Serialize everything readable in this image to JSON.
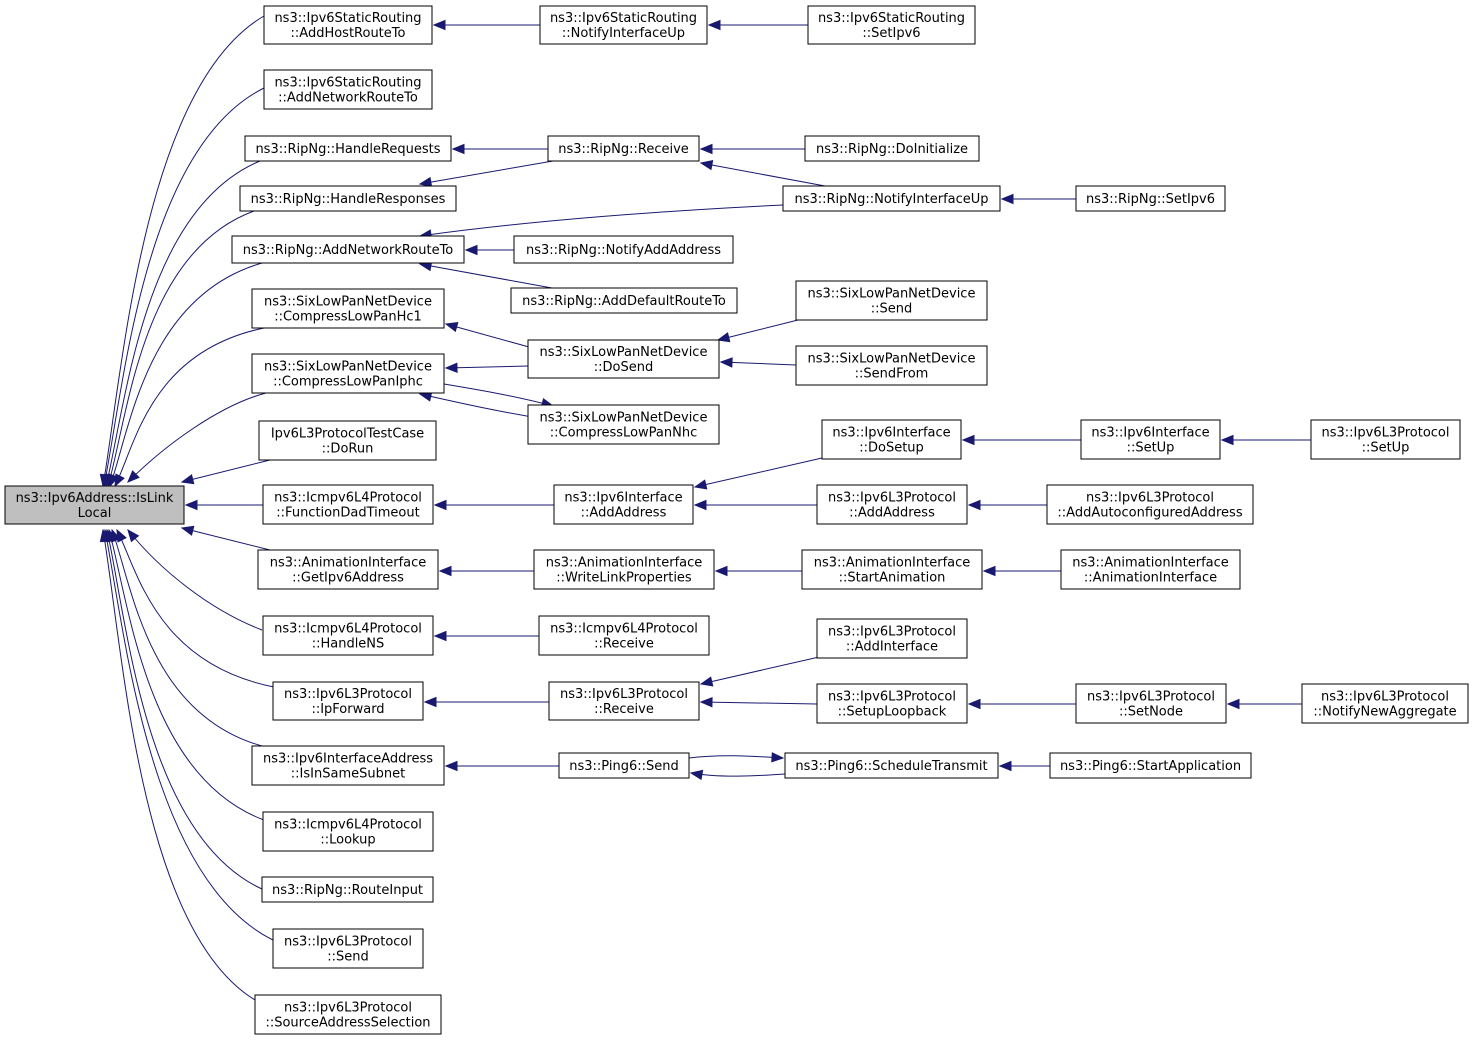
{
  "colors": {
    "edge": "#191970",
    "node_border": "#000000",
    "node_fill": "#ffffff",
    "root_fill": "#bfbfbf"
  },
  "nodes": [
    {
      "id": "root",
      "lines": [
        "ns3::Ipv6Address::IsLink",
        "Local"
      ],
      "root": true
    },
    {
      "id": "sr_addhost",
      "lines": [
        "ns3::Ipv6StaticRouting",
        "::AddHostRouteTo"
      ]
    },
    {
      "id": "sr_addnet",
      "lines": [
        "ns3::Ipv6StaticRouting",
        "::AddNetworkRouteTo"
      ]
    },
    {
      "id": "rip_hreq",
      "lines": [
        "ns3::RipNg::HandleRequests"
      ]
    },
    {
      "id": "rip_hresp",
      "lines": [
        "ns3::RipNg::HandleResponses"
      ]
    },
    {
      "id": "rip_addnet",
      "lines": [
        "ns3::RipNg::AddNetworkRouteTo"
      ]
    },
    {
      "id": "slp_hc1",
      "lines": [
        "ns3::SixLowPanNetDevice",
        "::CompressLowPanHc1"
      ]
    },
    {
      "id": "slp_iphc",
      "lines": [
        "ns3::SixLowPanNetDevice",
        "::CompressLowPanIphc"
      ]
    },
    {
      "id": "l3test",
      "lines": [
        "Ipv6L3ProtocolTestCase",
        "::DoRun"
      ]
    },
    {
      "id": "icmp_fdad",
      "lines": [
        "ns3::Icmpv6L4Protocol",
        "::FunctionDadTimeout"
      ]
    },
    {
      "id": "anim_getip",
      "lines": [
        "ns3::AnimationInterface",
        "::GetIpv6Address"
      ]
    },
    {
      "id": "icmp_hns",
      "lines": [
        "ns3::Icmpv6L4Protocol",
        "::HandleNS"
      ]
    },
    {
      "id": "l3_ipfwd",
      "lines": [
        "ns3::Ipv6L3Protocol",
        "::IpForward"
      ]
    },
    {
      "id": "ifaddr_same",
      "lines": [
        "ns3::Ipv6InterfaceAddress",
        "::IsInSameSubnet"
      ]
    },
    {
      "id": "icmp_lookup",
      "lines": [
        "ns3::Icmpv6L4Protocol",
        "::Lookup"
      ]
    },
    {
      "id": "rip_rinput",
      "lines": [
        "ns3::RipNg::RouteInput"
      ]
    },
    {
      "id": "l3_send",
      "lines": [
        "ns3::Ipv6L3Protocol",
        "::Send"
      ]
    },
    {
      "id": "l3_srcsel",
      "lines": [
        "ns3::Ipv6L3Protocol",
        "::SourceAddressSelection"
      ]
    },
    {
      "id": "sr_notifyup",
      "lines": [
        "ns3::Ipv6StaticRouting",
        "::NotifyInterfaceUp"
      ]
    },
    {
      "id": "rip_recv",
      "lines": [
        "ns3::RipNg::Receive"
      ]
    },
    {
      "id": "rip_notifyadd",
      "lines": [
        "ns3::RipNg::NotifyAddAddress"
      ]
    },
    {
      "id": "rip_adddef",
      "lines": [
        "ns3::RipNg::AddDefaultRouteTo"
      ]
    },
    {
      "id": "slp_dosend",
      "lines": [
        "ns3::SixLowPanNetDevice",
        "::DoSend"
      ]
    },
    {
      "id": "slp_nhc",
      "lines": [
        "ns3::SixLowPanNetDevice",
        "::CompressLowPanNhc"
      ]
    },
    {
      "id": "if_addaddr",
      "lines": [
        "ns3::Ipv6Interface",
        "::AddAddress"
      ]
    },
    {
      "id": "anim_wlp",
      "lines": [
        "ns3::AnimationInterface",
        "::WriteLinkProperties"
      ]
    },
    {
      "id": "icmp_recv",
      "lines": [
        "ns3::Icmpv6L4Protocol",
        "::Receive"
      ]
    },
    {
      "id": "l3_recv",
      "lines": [
        "ns3::Ipv6L3Protocol",
        "::Receive"
      ]
    },
    {
      "id": "ping_send",
      "lines": [
        "ns3::Ping6::Send"
      ]
    },
    {
      "id": "sr_setipv6",
      "lines": [
        "ns3::Ipv6StaticRouting",
        "::SetIpv6"
      ]
    },
    {
      "id": "rip_doinit",
      "lines": [
        "ns3::RipNg::DoInitialize"
      ]
    },
    {
      "id": "rip_notifyup",
      "lines": [
        "ns3::RipNg::NotifyInterfaceUp"
      ]
    },
    {
      "id": "slp_send",
      "lines": [
        "ns3::SixLowPanNetDevice",
        "::Send"
      ]
    },
    {
      "id": "slp_sendfrom",
      "lines": [
        "ns3::SixLowPanNetDevice",
        "::SendFrom"
      ]
    },
    {
      "id": "if_dosetup",
      "lines": [
        "ns3::Ipv6Interface",
        "::DoSetup"
      ]
    },
    {
      "id": "l3_addaddr",
      "lines": [
        "ns3::Ipv6L3Protocol",
        "::AddAddress"
      ]
    },
    {
      "id": "anim_start",
      "lines": [
        "ns3::AnimationInterface",
        "::StartAnimation"
      ]
    },
    {
      "id": "l3_addif",
      "lines": [
        "ns3::Ipv6L3Protocol",
        "::AddInterface"
      ]
    },
    {
      "id": "l3_setuplb",
      "lines": [
        "ns3::Ipv6L3Protocol",
        "::SetupLoopback"
      ]
    },
    {
      "id": "ping_sched",
      "lines": [
        "ns3::Ping6::ScheduleTransmit"
      ]
    },
    {
      "id": "rip_setipv6",
      "lines": [
        "ns3::RipNg::SetIpv6"
      ]
    },
    {
      "id": "if_setup",
      "lines": [
        "ns3::Ipv6Interface",
        "::SetUp"
      ]
    },
    {
      "id": "l3_addauto",
      "lines": [
        "ns3::Ipv6L3Protocol",
        "::AddAutoconfiguredAddress"
      ]
    },
    {
      "id": "anim_ctor",
      "lines": [
        "ns3::AnimationInterface",
        "::AnimationInterface"
      ]
    },
    {
      "id": "l3_setnode",
      "lines": [
        "ns3::Ipv6L3Protocol",
        "::SetNode"
      ]
    },
    {
      "id": "ping_startapp",
      "lines": [
        "ns3::Ping6::StartApplication"
      ]
    },
    {
      "id": "l3_setup",
      "lines": [
        "ns3::Ipv6L3Protocol",
        "::SetUp"
      ]
    },
    {
      "id": "l3_notifyagg",
      "lines": [
        "ns3::Ipv6L3Protocol",
        "::NotifyNewAggregate"
      ]
    }
  ],
  "edges": [
    [
      "sr_addhost",
      "root"
    ],
    [
      "sr_addnet",
      "root"
    ],
    [
      "rip_hreq",
      "root"
    ],
    [
      "rip_hresp",
      "root"
    ],
    [
      "rip_addnet",
      "root"
    ],
    [
      "slp_hc1",
      "root"
    ],
    [
      "slp_iphc",
      "root"
    ],
    [
      "l3test",
      "root"
    ],
    [
      "icmp_fdad",
      "root"
    ],
    [
      "anim_getip",
      "root"
    ],
    [
      "icmp_hns",
      "root"
    ],
    [
      "l3_ipfwd",
      "root"
    ],
    [
      "ifaddr_same",
      "root"
    ],
    [
      "icmp_lookup",
      "root"
    ],
    [
      "rip_rinput",
      "root"
    ],
    [
      "l3_send",
      "root"
    ],
    [
      "l3_srcsel",
      "root"
    ],
    [
      "sr_notifyup",
      "sr_addhost"
    ],
    [
      "sr_setipv6",
      "sr_notifyup"
    ],
    [
      "rip_recv",
      "rip_hreq"
    ],
    [
      "rip_recv",
      "rip_hresp"
    ],
    [
      "rip_doinit",
      "rip_recv"
    ],
    [
      "rip_notifyup",
      "rip_recv"
    ],
    [
      "rip_notifyup",
      "rip_addnet"
    ],
    [
      "rip_setipv6",
      "rip_notifyup"
    ],
    [
      "rip_notifyadd",
      "rip_addnet"
    ],
    [
      "rip_adddef",
      "rip_addnet"
    ],
    [
      "slp_dosend",
      "slp_hc1"
    ],
    [
      "slp_dosend",
      "slp_iphc"
    ],
    [
      "slp_nhc",
      "slp_iphc"
    ],
    [
      "slp_iphc",
      "slp_nhc"
    ],
    [
      "slp_send",
      "slp_dosend"
    ],
    [
      "slp_sendfrom",
      "slp_dosend"
    ],
    [
      "if_addaddr",
      "icmp_fdad"
    ],
    [
      "if_dosetup",
      "if_addaddr"
    ],
    [
      "l3_addaddr",
      "if_addaddr"
    ],
    [
      "if_setup",
      "if_dosetup"
    ],
    [
      "l3_setup",
      "if_setup"
    ],
    [
      "l3_addauto",
      "l3_addaddr"
    ],
    [
      "anim_wlp",
      "anim_getip"
    ],
    [
      "anim_start",
      "anim_wlp"
    ],
    [
      "anim_ctor",
      "anim_start"
    ],
    [
      "icmp_recv",
      "icmp_hns"
    ],
    [
      "l3_recv",
      "l3_ipfwd"
    ],
    [
      "l3_addif",
      "l3_recv"
    ],
    [
      "l3_setuplb",
      "l3_recv"
    ],
    [
      "l3_setnode",
      "l3_setuplb"
    ],
    [
      "l3_notifyagg",
      "l3_setnode"
    ],
    [
      "ping_send",
      "ifaddr_same"
    ],
    [
      "ping_sched",
      "ping_send"
    ],
    [
      "ping_send",
      "ping_sched"
    ],
    [
      "ping_startapp",
      "ping_sched"
    ]
  ]
}
